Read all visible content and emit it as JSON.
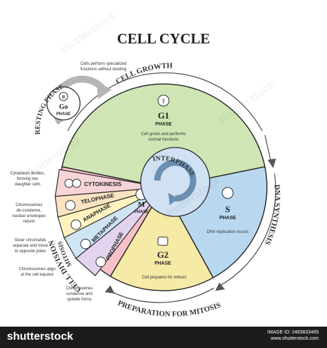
{
  "title": "CELL CYCLE",
  "arcs": {
    "cell_growth": "CELL GROWTH",
    "dna_synthesis": "DNA SYNTHESIS",
    "preparation": "PREPARATION FOR MITOSIS",
    "cell_division": "CELL DIVISION",
    "resting_phase": "RESTING PHASE"
  },
  "center": {
    "label": "INTERPHASE"
  },
  "phases": {
    "g0": {
      "name": "Go",
      "sub": "PHASE",
      "desc_lines": [
        "Cells perform specialized",
        "functions without dividing"
      ]
    },
    "g1": {
      "name": "G1",
      "sub": "PHASE",
      "desc_lines": [
        "Cell grows and performs",
        "normal functions"
      ]
    },
    "s": {
      "name": "S",
      "sub": "PHASE",
      "desc": "DNA replication occurs"
    },
    "g2": {
      "name": "G2",
      "sub": "PHASE",
      "desc": "Cell prepares for mitosis"
    },
    "m": {
      "name": "M",
      "sub": "PHASE",
      "mitosis": "MITOSIS"
    }
  },
  "mitosis_stages": [
    "CYTOKINESIS",
    "TELOPHASE",
    "ANAPHASE",
    "METAPHASE",
    "PROPHASE"
  ],
  "side_notes": {
    "cytokinesis": [
      "Cytoplasm divides,",
      "forming two",
      "daughter cells"
    ],
    "telophase": [
      "Chromosomes",
      "de-condense,",
      "nuclear envelopes",
      "reform"
    ],
    "anaphase": [
      "Sister chromatids",
      "separate and move",
      "to opposite poles"
    ],
    "metaphase": [
      "Chromosomes align",
      "at the cell equator"
    ],
    "prophase": [
      "Chromosomes",
      "condense and",
      "spindle forms"
    ]
  },
  "watermark": "shutterstock",
  "footer": {
    "logo": "shutterstock",
    "id": "IMAGE ID: 2483833465",
    "site": "www.shutterstock.com"
  },
  "colors": {
    "g1": "#cfe6b4",
    "s": "#b9d8f0",
    "g2": "#f5eaa6",
    "m": "#f6c2c7",
    "border": "#2b2b2b"
  }
}
